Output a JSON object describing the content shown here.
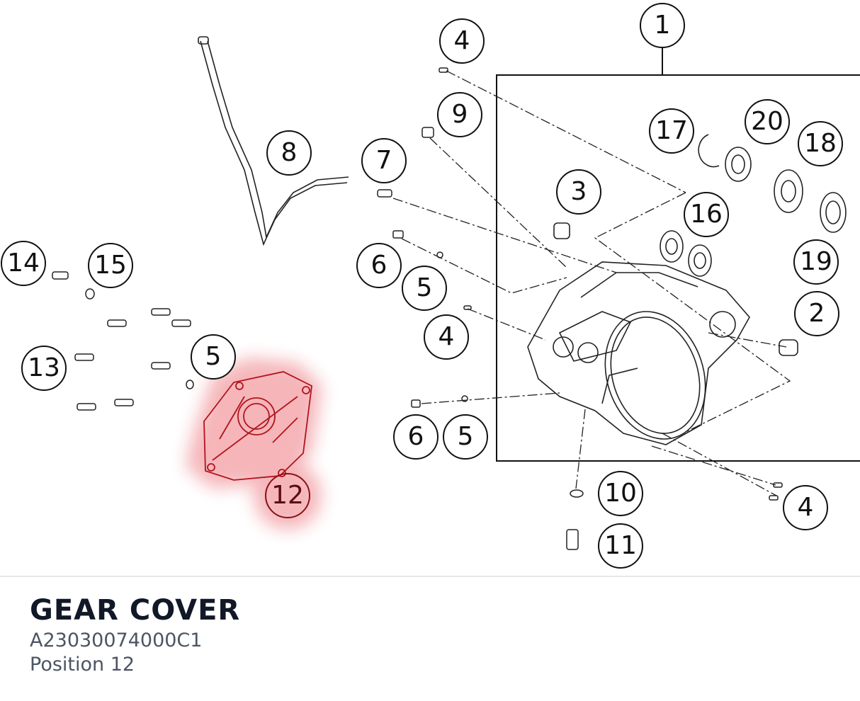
{
  "callouts": [
    {
      "label": "1"
    },
    {
      "label": "4"
    },
    {
      "label": "9"
    },
    {
      "label": "17"
    },
    {
      "label": "20"
    },
    {
      "label": "18"
    },
    {
      "label": "8"
    },
    {
      "label": "7"
    },
    {
      "label": "3"
    },
    {
      "label": "16"
    },
    {
      "label": "14"
    },
    {
      "label": "15"
    },
    {
      "label": "6"
    },
    {
      "label": "19"
    },
    {
      "label": "5"
    },
    {
      "label": "2"
    },
    {
      "label": "4"
    },
    {
      "label": "13"
    },
    {
      "label": "5"
    },
    {
      "label": "6"
    },
    {
      "label": "5"
    },
    {
      "label": "12"
    },
    {
      "label": "10"
    },
    {
      "label": "4"
    },
    {
      "label": "11"
    }
  ],
  "highlight": {
    "label": "12",
    "color": "#e11d2a"
  },
  "caption": {
    "title": "GEAR COVER",
    "part_number": "A23030074000C1",
    "position": "Position 12"
  }
}
